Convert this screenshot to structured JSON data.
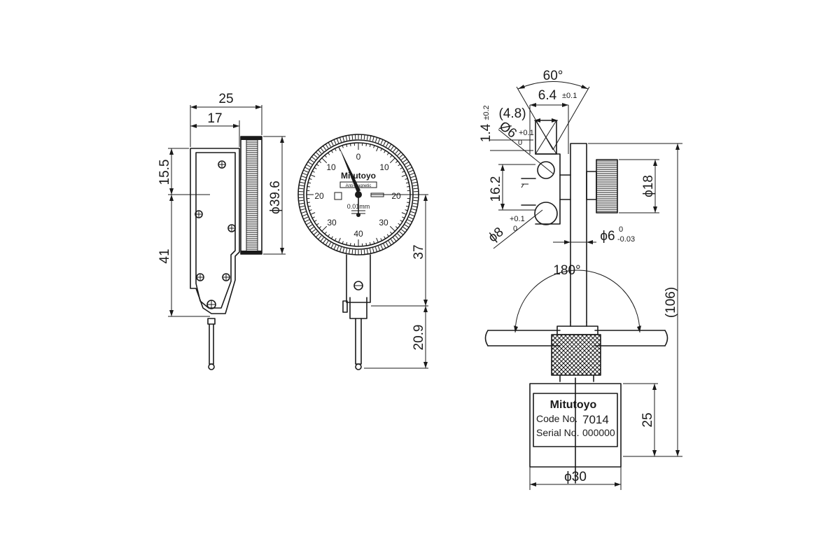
{
  "dims": {
    "w25": "25",
    "w17": "17",
    "h15_5": "15.5",
    "h41": "41",
    "dia39_6": "ϕ39.6",
    "h37": "37",
    "h20_9": "20.9",
    "ang60": "60°",
    "w6_4": "6.4",
    "tol6_4": "±0.1",
    "w4_8": "(4.8)",
    "h1_4": "1.4",
    "tol1_4": "±0.2",
    "dia6": "Ø6",
    "tol6_up": "+0.1",
    "tol6_lo": "0",
    "h16_2": "16.2",
    "dia8": "ϕ8",
    "tol8_up": "+0.1",
    "tol8_lo": "0",
    "dia6s": "ϕ6",
    "tol6s_up": "0",
    "tol6s_lo": "-0.03",
    "dia18": "ϕ18",
    "h106": "(106)",
    "ang180": "180°",
    "h25": "25",
    "dia30": "ϕ30"
  },
  "dial": {
    "brand": "Mitutoyo",
    "sub": "Anti-magnetic",
    "n0": "0",
    "n10l": "10",
    "n10r": "10",
    "n20l": "20",
    "n20r": "20",
    "n30l": "30",
    "n30r": "30",
    "n40": "40",
    "res": "0.01mm"
  },
  "label": {
    "brand": "Mitutoyo",
    "code_label": "Code No.",
    "code_value": "7014",
    "serial_label": "Serial No.",
    "serial_value": "000000"
  }
}
